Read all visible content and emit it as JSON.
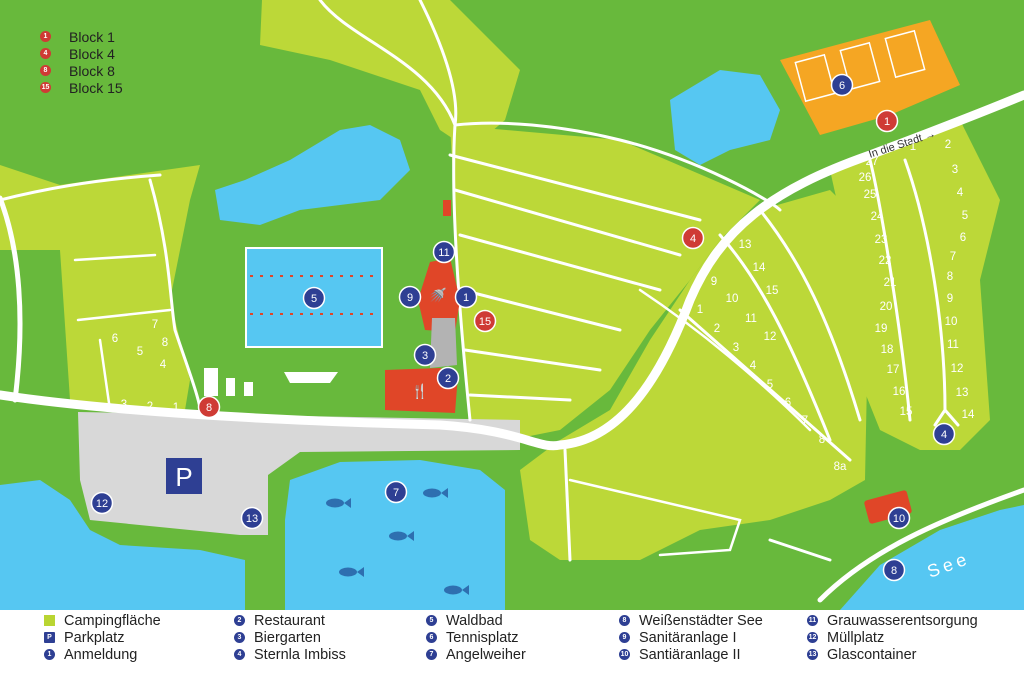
{
  "colors": {
    "grass": "#68b93c",
    "field": "#bcd838",
    "water": "#56c7f2",
    "road": "#ffffff",
    "tennis": "#f5a623",
    "facility": "#e04628",
    "marker_blue": "#2e3f93",
    "marker_red": "#cf3b35",
    "parking": "#d8d8d8"
  },
  "top_legend": [
    {
      "num": "1",
      "label": "Block 1"
    },
    {
      "num": "4",
      "label": "Block 4"
    },
    {
      "num": "8",
      "label": "Block 8"
    },
    {
      "num": "15",
      "label": "Block 15"
    }
  ],
  "map_labels": {
    "city_direction": "In die Stadt →",
    "lake_name": "See",
    "parking_letter": "P"
  },
  "blue_markers": [
    "1",
    "2",
    "3",
    "4",
    "5",
    "6",
    "7",
    "8",
    "9",
    "10",
    "11",
    "12",
    "13"
  ],
  "red_markers": [
    "1",
    "4",
    "8",
    "15"
  ],
  "pitch_numbers": {
    "block1_left": [
      "1",
      "2",
      "3",
      "4",
      "5",
      "6",
      "7",
      "8",
      "9",
      "10",
      "11",
      "12",
      "13",
      "14"
    ],
    "block1_right": [
      "15",
      "16",
      "17",
      "18",
      "19",
      "20",
      "21",
      "22",
      "23",
      "24",
      "25",
      "26",
      "27"
    ],
    "block4": [
      "1",
      "2",
      "3",
      "4",
      "5",
      "6",
      "7",
      "8",
      "8a",
      "9",
      "10",
      "11",
      "12",
      "13",
      "14",
      "15"
    ],
    "block8": [
      "1",
      "2",
      "3",
      "4",
      "5",
      "6",
      "7",
      "8"
    ]
  },
  "legend": {
    "col1": [
      {
        "icon": "field-square",
        "label": "Campingfläche"
      },
      {
        "icon": "parking-square",
        "num": "P",
        "label": "Parkplatz"
      },
      {
        "icon": "number",
        "num": "1",
        "label": "Anmeldung"
      }
    ],
    "col2": [
      {
        "num": "2",
        "label": "Restaurant"
      },
      {
        "num": "3",
        "label": "Biergarten"
      },
      {
        "num": "4",
        "label": "Sternla Imbiss"
      }
    ],
    "col3": [
      {
        "num": "5",
        "label": "Waldbad"
      },
      {
        "num": "6",
        "label": "Tennisplatz"
      },
      {
        "num": "7",
        "label": "Angelweiher"
      }
    ],
    "col4": [
      {
        "num": "8",
        "label": "Weißenstädter See"
      },
      {
        "num": "9",
        "label": "Sanitäranlage I"
      },
      {
        "num": "10",
        "label": "Santiäranlage II"
      }
    ],
    "col5": [
      {
        "num": "11",
        "label": "Grauwasserentsorgung"
      },
      {
        "num": "12",
        "label": "Müllplatz"
      },
      {
        "num": "13",
        "label": "Glascontainer"
      }
    ]
  }
}
